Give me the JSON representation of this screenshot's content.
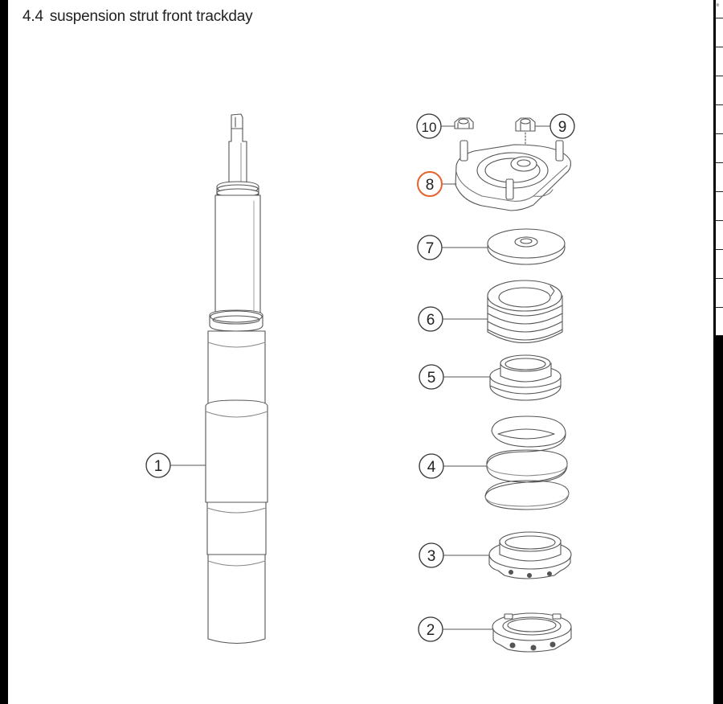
{
  "header": {
    "section_number": "4.4",
    "title": "suspension strut front trackday"
  },
  "callouts": [
    {
      "number": "1",
      "part": "shock-absorber-body",
      "highlighted": false
    },
    {
      "number": "2",
      "part": "lock-ring",
      "highlighted": false
    },
    {
      "number": "3",
      "part": "adjustable-spring-seat",
      "highlighted": false
    },
    {
      "number": "4",
      "part": "coil-spring",
      "highlighted": false
    },
    {
      "number": "5",
      "part": "upper-spring-seat",
      "highlighted": false
    },
    {
      "number": "6",
      "part": "bump-stop-bellows",
      "highlighted": false
    },
    {
      "number": "7",
      "part": "top-washer",
      "highlighted": false
    },
    {
      "number": "8",
      "part": "top-mount",
      "highlighted": true
    },
    {
      "number": "9",
      "part": "center-nut",
      "highlighted": false
    },
    {
      "number": "10",
      "part": "stud-nut",
      "highlighted": false
    }
  ],
  "colors": {
    "line": "#555555",
    "highlight": "#e8622c",
    "background": "#ffffff",
    "frame": "#000000"
  },
  "side_panel": {
    "header": "It"
  }
}
